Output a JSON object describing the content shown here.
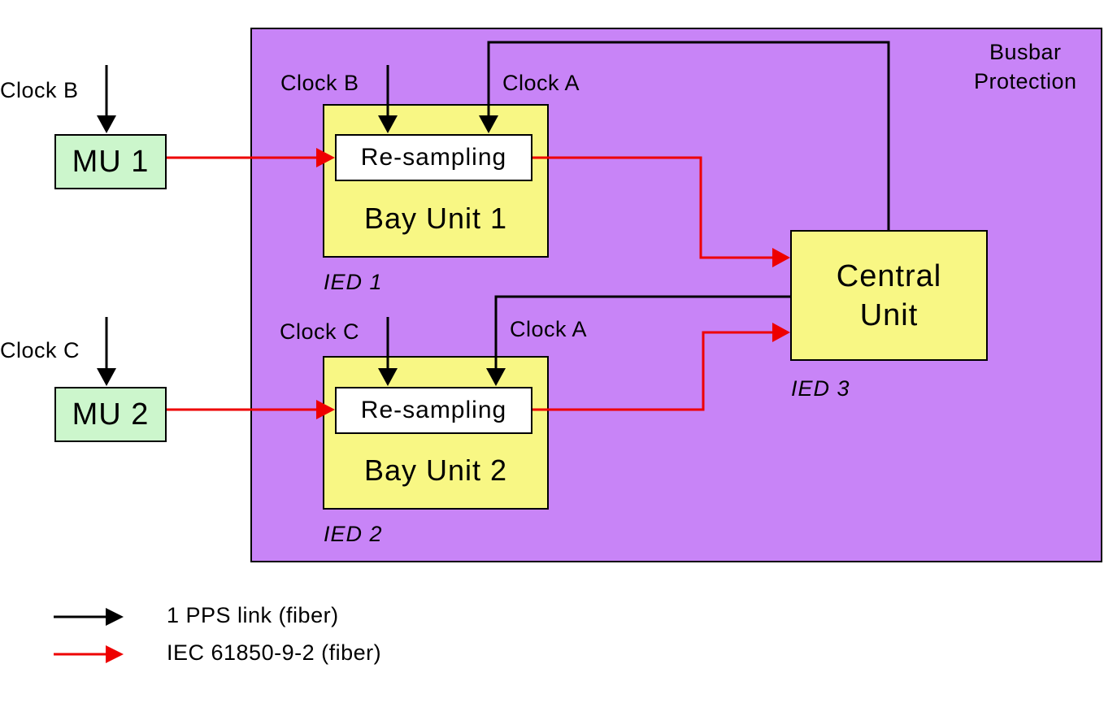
{
  "busbar": {
    "label_line1": "Busbar",
    "label_line2": "Protection"
  },
  "mu1": {
    "label": "MU 1",
    "clock": "Clock B"
  },
  "mu2": {
    "label": "MU 2",
    "clock": "Clock C"
  },
  "bay1": {
    "label": "Bay Unit 1",
    "resampling": "Re-sampling",
    "clock_left": "Clock B",
    "clock_right": "Clock A",
    "ied": "IED 1"
  },
  "bay2": {
    "label": "Bay Unit 2",
    "resampling": "Re-sampling",
    "clock_left": "Clock C",
    "clock_right": "Clock A",
    "ied": "IED 2"
  },
  "central": {
    "label_line1": "Central",
    "label_line2": "Unit",
    "ied": "IED 3"
  },
  "legend": {
    "pps": {
      "label": "1 PPS link (fiber)",
      "color": "#000000"
    },
    "iec": {
      "label": "IEC 61850-9-2 (fiber)",
      "color": "#ee0000"
    }
  },
  "colors": {
    "busbar": "#c884f7",
    "merging_unit": "#ccf6cc",
    "ied_unit": "#f8f784",
    "resampling": "#ffffff"
  }
}
